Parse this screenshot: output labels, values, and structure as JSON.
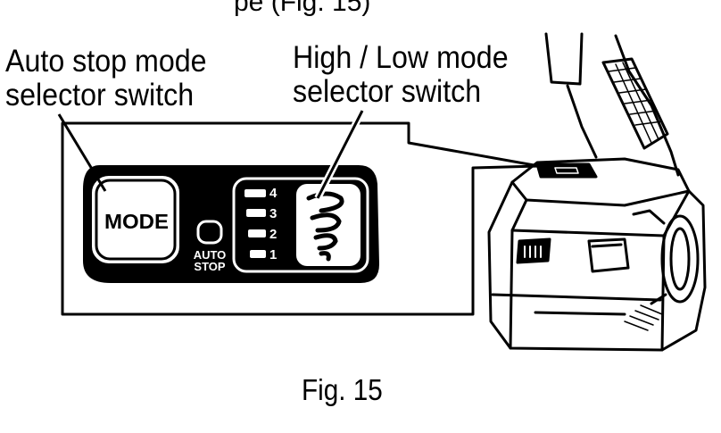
{
  "top_text_partial": "pe          (Fig. 15)",
  "callouts": {
    "auto_stop_line1": "Auto stop mode",
    "auto_stop_line2": "selector switch",
    "high_low_line1": "High / Low mode",
    "high_low_line2": "selector switch"
  },
  "panel": {
    "mode_button": "MODE",
    "auto_label_line1": "AUTO",
    "auto_label_line2": "STOP",
    "levels": [
      "4",
      "3",
      "2",
      "1"
    ]
  },
  "caption": "Fig. 15",
  "colors": {
    "ink": "#000000",
    "background": "#ffffff"
  }
}
